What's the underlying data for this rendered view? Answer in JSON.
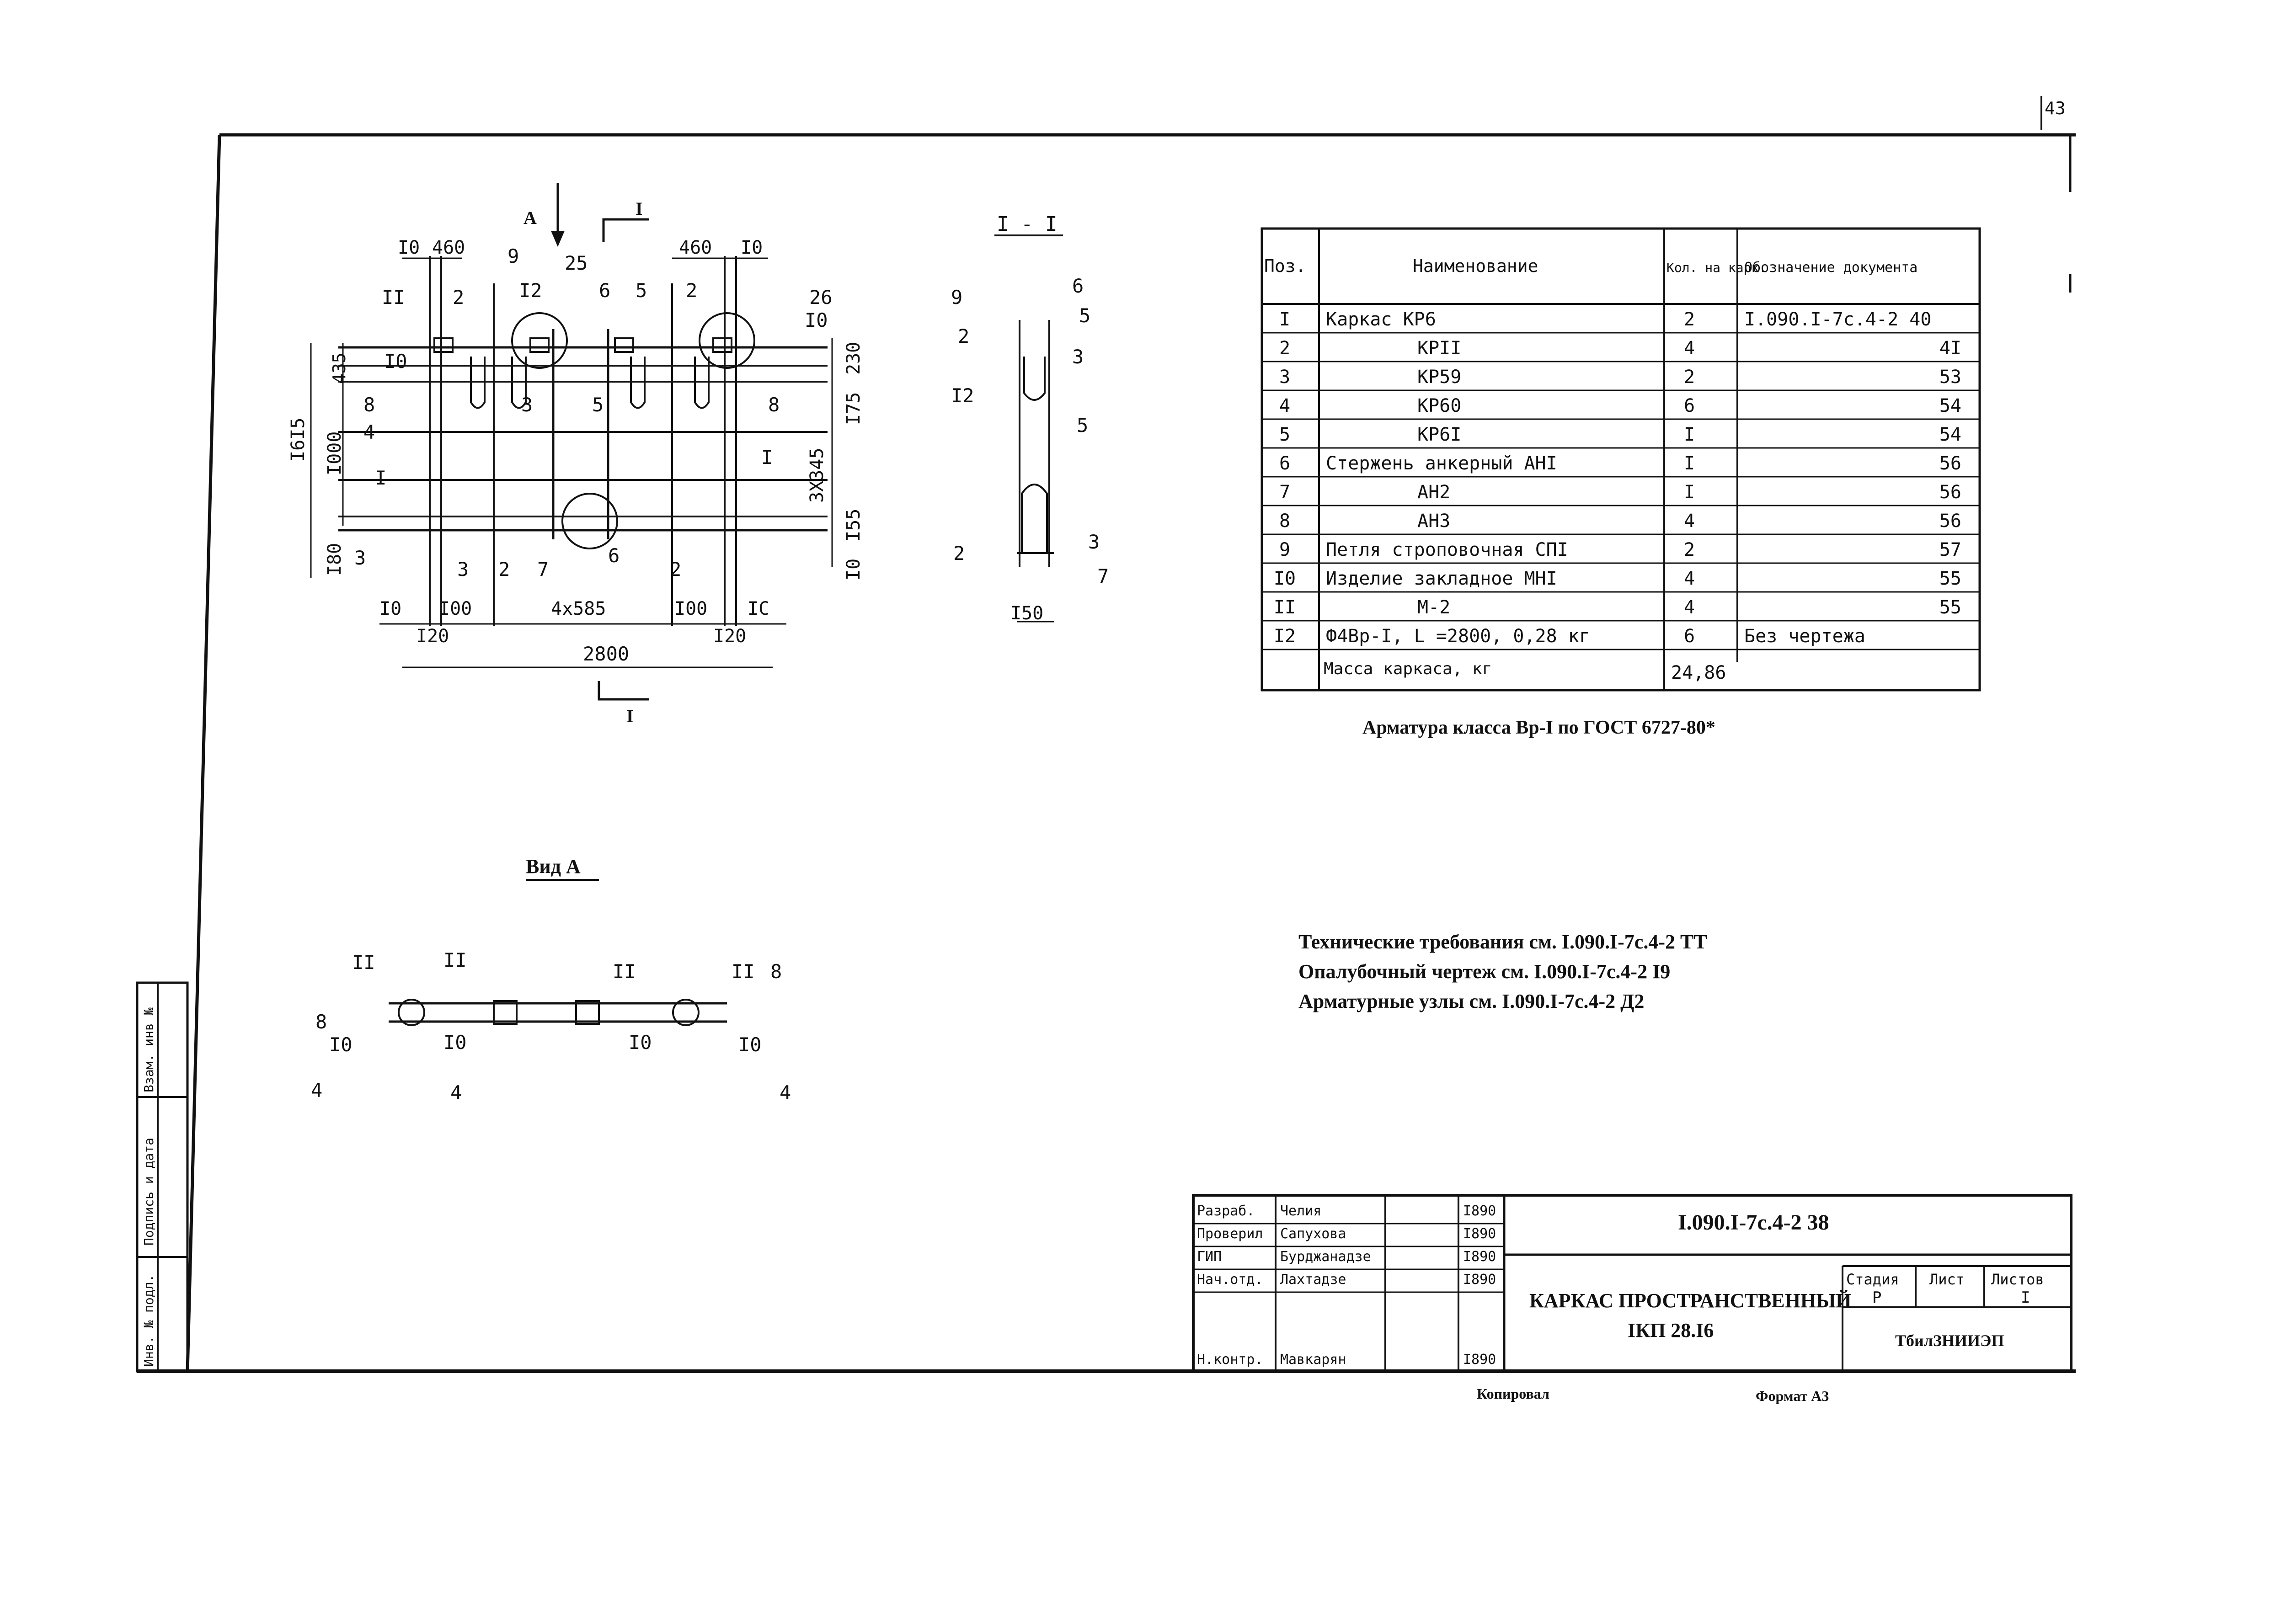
{
  "sheet_number": "43",
  "main_view": {
    "view_marker": "А",
    "section_marker": "I",
    "dims_top_left": [
      "I0",
      "460"
    ],
    "dims_top_right": [
      "460",
      "I0"
    ],
    "dims_left": [
      "435",
      "I6I5",
      "I000",
      "I80"
    ],
    "dims_right": [
      "230",
      "I75",
      "3X345",
      "I55",
      "I0"
    ],
    "dims_bottom": [
      "I0",
      "I00",
      "4x585",
      "I00",
      "IC",
      "I20",
      "I20",
      "2800"
    ],
    "position_labels": [
      "II",
      "2",
      "9",
      "I2",
      "25",
      "6",
      "5",
      "2",
      "26",
      "I0",
      "I0",
      "8",
      "4",
      "I",
      "3",
      "5",
      "8",
      "I",
      "3",
      "3",
      "2",
      "7",
      "6",
      "2"
    ]
  },
  "section_view": {
    "title": "I - I",
    "labels": [
      "9",
      "6",
      "2",
      "5",
      "3",
      "I2",
      "5",
      "2",
      "3",
      "7"
    ],
    "dim_bottom": "I50"
  },
  "view_a": {
    "title": "Вид А",
    "labels": [
      "II",
      "II",
      "II",
      "II",
      "8",
      "8",
      "I0",
      "I0",
      "I0",
      "I0",
      "4",
      "4",
      "4"
    ]
  },
  "spec_table": {
    "headers": [
      "Поз.",
      "Наименование",
      "Кол. на карк.",
      "Обозначение документа"
    ],
    "rows": [
      [
        "I",
        "Каркас КР6",
        "2",
        "I.090.I-7с.4-2 40"
      ],
      [
        "2",
        "КРII",
        "4",
        "4I"
      ],
      [
        "3",
        "КР59",
        "2",
        "53"
      ],
      [
        "4",
        "КР60",
        "6",
        "54"
      ],
      [
        "5",
        "КР6I",
        "I",
        "54"
      ],
      [
        "6",
        "Стержень анкерный АНI",
        "I",
        "56"
      ],
      [
        "7",
        "АН2",
        "I",
        "56"
      ],
      [
        "8",
        "АН3",
        "4",
        "56"
      ],
      [
        "9",
        "Петля строповочная СПI",
        "2",
        "57"
      ],
      [
        "I0",
        "Изделие закладное МНI",
        "4",
        "55"
      ],
      [
        "II",
        "М-2",
        "4",
        "55"
      ],
      [
        "I2",
        "Ф4Вр-I, L =2800, 0,28 кг",
        "6",
        "Без чертежа"
      ]
    ],
    "mass_label": "Масса каркаса, кг",
    "mass_value": "24,86"
  },
  "note_rebar": "Арматура класса Вр-I по ГОСТ 6727-80*",
  "notes": [
    "Технические требования см. I.090.I-7с.4-2 ТТ",
    "Опалубочный чертеж см. I.090.I-7с.4-2 I9",
    "Арматурные узлы см. I.090.I-7с.4-2 Д2"
  ],
  "left_strip": [
    "Инв. № подл.",
    "Подпись и дата",
    "Взам. инв №"
  ],
  "title_block": {
    "roles": [
      {
        "role": "Разраб.",
        "name": "Челия",
        "date": "I890"
      },
      {
        "role": "Проверил",
        "name": "Сапухова",
        "date": "I890"
      },
      {
        "role": "ГИП",
        "name": "Бурджанадзе",
        "date": "I890"
      },
      {
        "role": "Нач.отд.",
        "name": "Лахтадзе",
        "date": "I890"
      },
      {
        "role": "Н.контр.",
        "name": "Мавкарян",
        "date": "I890"
      }
    ],
    "code": "I.090.I-7с.4-2 38",
    "title_line1": "КАРКАС ПРОСТРАНСТВЕННЫЙ",
    "title_line2": "ІКП 28.І6",
    "stage_header": "Стадия",
    "sheet_header": "Лист",
    "sheets_header": "Листов",
    "stage": "Р",
    "sheets": "I",
    "org": "ТбилЗНИИЭП"
  },
  "footer_copied": "Копировал",
  "footer_format": "Формат А3"
}
